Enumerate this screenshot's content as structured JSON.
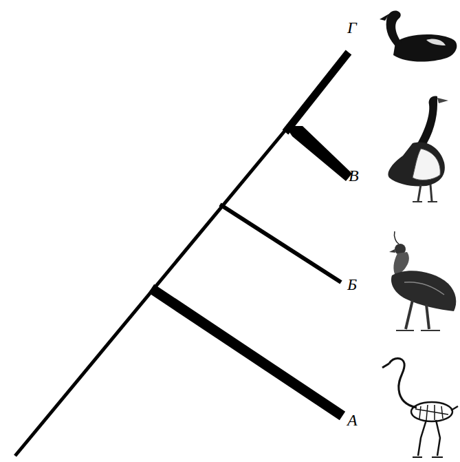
{
  "diagram": {
    "labels": [
      "Г",
      "В",
      "Б",
      "А"
    ]
  }
}
